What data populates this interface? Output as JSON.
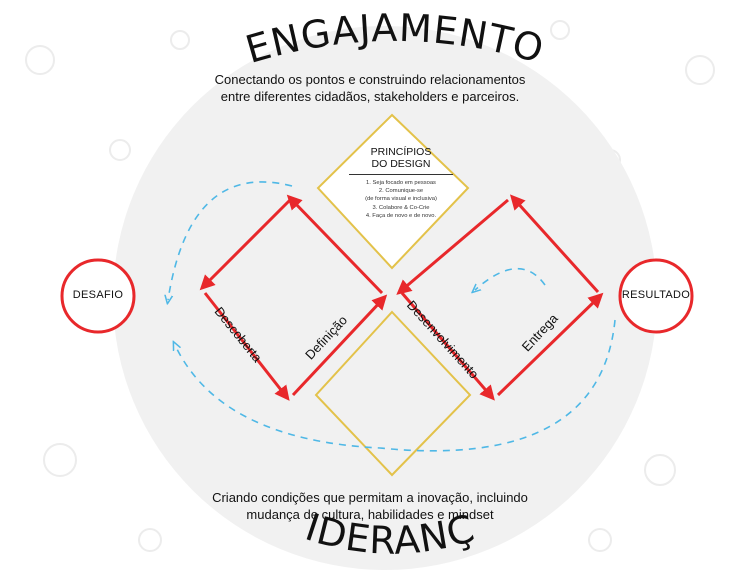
{
  "top_title": "ENGAJAMENTO",
  "top_subtitle": [
    "Conectando os pontos e construindo relacionamentos",
    "entre diferentes cidadãos, stakeholders e parceiros."
  ],
  "bottom_subtitle": [
    "Criando condições que permitam a inovação, incluindo",
    "mudança de cultura, habilidades e mindset"
  ],
  "bottom_title": "LIDERANÇA",
  "challenge": "DESAFIO",
  "outcome": "RESULTADO",
  "principles": {
    "title": [
      "PRINCÍPIOS",
      "DO DESIGN"
    ],
    "items": [
      "1. Seja focado em pessoas",
      "2. Comunique-se",
      "(de forma visual e inclusiva)",
      "3. Colabore & Co-Crie",
      "4. Faça de novo e de novo."
    ]
  },
  "phases": {
    "discover": "Descoberta",
    "define": "Definição",
    "develop": "Desenvolvimento",
    "deliver": "Entrega"
  },
  "colors": {
    "diamond_red": "#e8282b",
    "principles_gold": "#e3c24a",
    "dashed_blue": "#4fb8e6",
    "circle_gray": "#f2f2f2"
  }
}
